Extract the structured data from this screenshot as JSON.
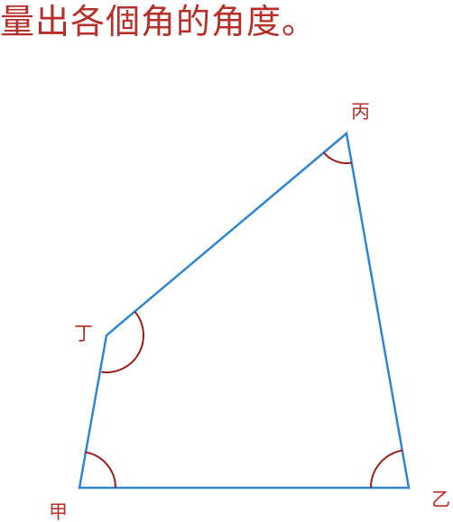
{
  "title": "量出各個角的角度。",
  "vertices": {
    "jia": "甲",
    "yi": "乙",
    "bing": "丙",
    "ding": "丁"
  },
  "colors": {
    "title": "#b5302a",
    "label": "#b5302a",
    "edge": "#2f86cf",
    "arc": "#9a1f1f"
  }
}
